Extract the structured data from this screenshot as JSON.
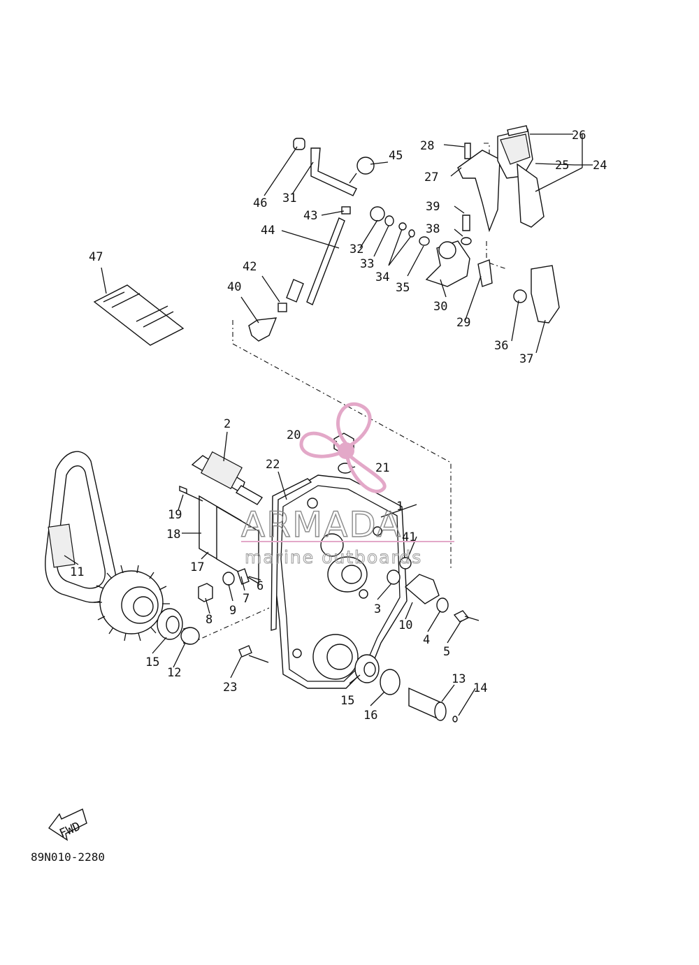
{
  "diagram": {
    "callouts": [
      "1",
      "2",
      "3",
      "4",
      "5",
      "6",
      "7",
      "8",
      "9",
      "10",
      "11",
      "12",
      "13",
      "14",
      "15",
      "15",
      "16",
      "17",
      "18",
      "19",
      "20",
      "21",
      "22",
      "23",
      "24",
      "25",
      "26",
      "27",
      "28",
      "29",
      "30",
      "31",
      "32",
      "33",
      "34",
      "35",
      "36",
      "37",
      "38",
      "39",
      "40",
      "41",
      "42",
      "43",
      "44",
      "45",
      "46",
      "47"
    ],
    "fwd_label": "FWD",
    "drawing_code": "89N010-2280"
  },
  "watermark": {
    "brand": "ARMADA",
    "tagline": "marine outboards",
    "color": "#e3a8c8"
  }
}
